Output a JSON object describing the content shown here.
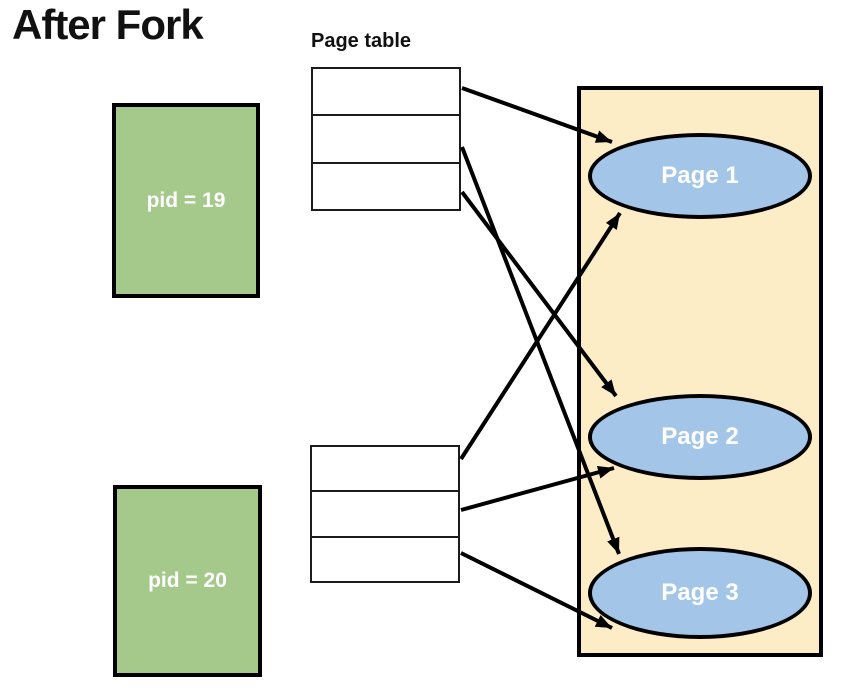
{
  "title": "After Fork",
  "page_table_label": "Page table",
  "processes": [
    {
      "id": "pid19",
      "label": "pid = 19"
    },
    {
      "id": "pid20",
      "label": "pid = 20"
    }
  ],
  "page_tables": [
    {
      "id": "pid19-page-table",
      "rows": 3
    },
    {
      "id": "pid20-page-table",
      "rows": 3
    }
  ],
  "memory_region": {
    "pages": 3
  },
  "pages": [
    {
      "id": "page-1",
      "label": "Page 1"
    },
    {
      "id": "page-2",
      "label": "Page 2"
    },
    {
      "id": "page-3",
      "label": "Page 3"
    }
  ],
  "mappings": [
    {
      "from": "pid19-table-row-1",
      "to": "page-1",
      "line": [
        462,
        88,
        612,
        142
      ]
    },
    {
      "from": "pid19-table-row-2",
      "to": "page-3",
      "line": [
        462,
        147,
        619,
        554
      ]
    },
    {
      "from": "pid19-table-row-3",
      "to": "page-2",
      "line": [
        462,
        192,
        616,
        396
      ]
    },
    {
      "from": "pid20-table-row-1",
      "to": "page-1",
      "line": [
        461,
        459,
        620,
        213
      ]
    },
    {
      "from": "pid20-table-row-2",
      "to": "page-2",
      "line": [
        461,
        510,
        614,
        468
      ]
    },
    {
      "from": "pid20-table-row-3",
      "to": "page-3",
      "line": [
        461,
        553,
        612,
        628
      ]
    }
  ],
  "colors": {
    "process_fill": "#A5C98A",
    "page_fill": "#A2C5E8",
    "memory_fill": "#FCEDC7",
    "outline": "#000000",
    "label_text": "#FFFFFF",
    "title_text": "#111111"
  }
}
